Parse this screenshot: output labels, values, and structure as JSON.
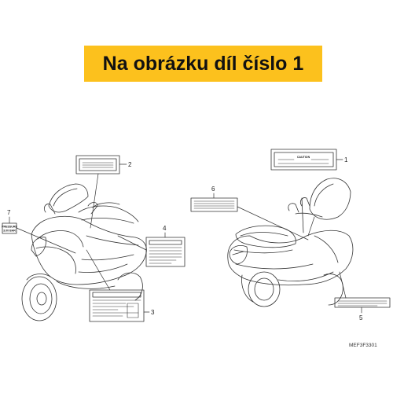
{
  "banner": {
    "text": "Na obrázku díl číslo 1"
  },
  "callouts": [
    "1",
    "2",
    "3",
    "4",
    "5",
    "6",
    "7"
  ],
  "label_1_text": "CAUTION",
  "label_7_text": [
    "PRESSURE",
    "3.00 BAR"
  ],
  "diagram_code": "MEF3F3301",
  "colors": {
    "banner": "#fcc11d",
    "line": "#333333"
  }
}
